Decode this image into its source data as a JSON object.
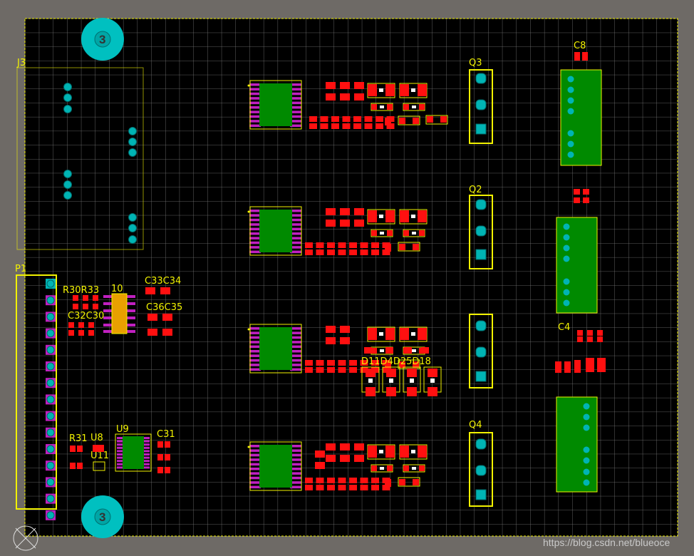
{
  "colors": {
    "background": "#6e6a66",
    "board": "#000000",
    "board_outline": "#f2f200",
    "grid": "#7a7a7a",
    "silkscreen": "#f2f200",
    "smd_pad": "#ff0000",
    "ic_body": "#008a00",
    "ic_pin": "#c020c0",
    "through_hole": "#00b4b4",
    "mount_hole_center": "#00a0a0"
  },
  "mounting_holes": {
    "top_label": "3",
    "bottom_label": "3"
  },
  "designators": {
    "j3": "J3",
    "p1": "P1",
    "q3": "Q3",
    "q2": "Q2",
    "q4": "Q4",
    "c8": "C8",
    "c4": "C4",
    "r_cluster": "R30R33",
    "u10_partial": "10",
    "c_cluster": "C32C30",
    "c33_34": "C33C34",
    "c36_35": "C36C35",
    "d_cluster": "D11D4D25D18",
    "r31": "R31",
    "u8": "U8",
    "u11": "U11",
    "u9": "U9",
    "c31": "C31"
  },
  "watermark": "https://blog.csdn.net/blueoce"
}
